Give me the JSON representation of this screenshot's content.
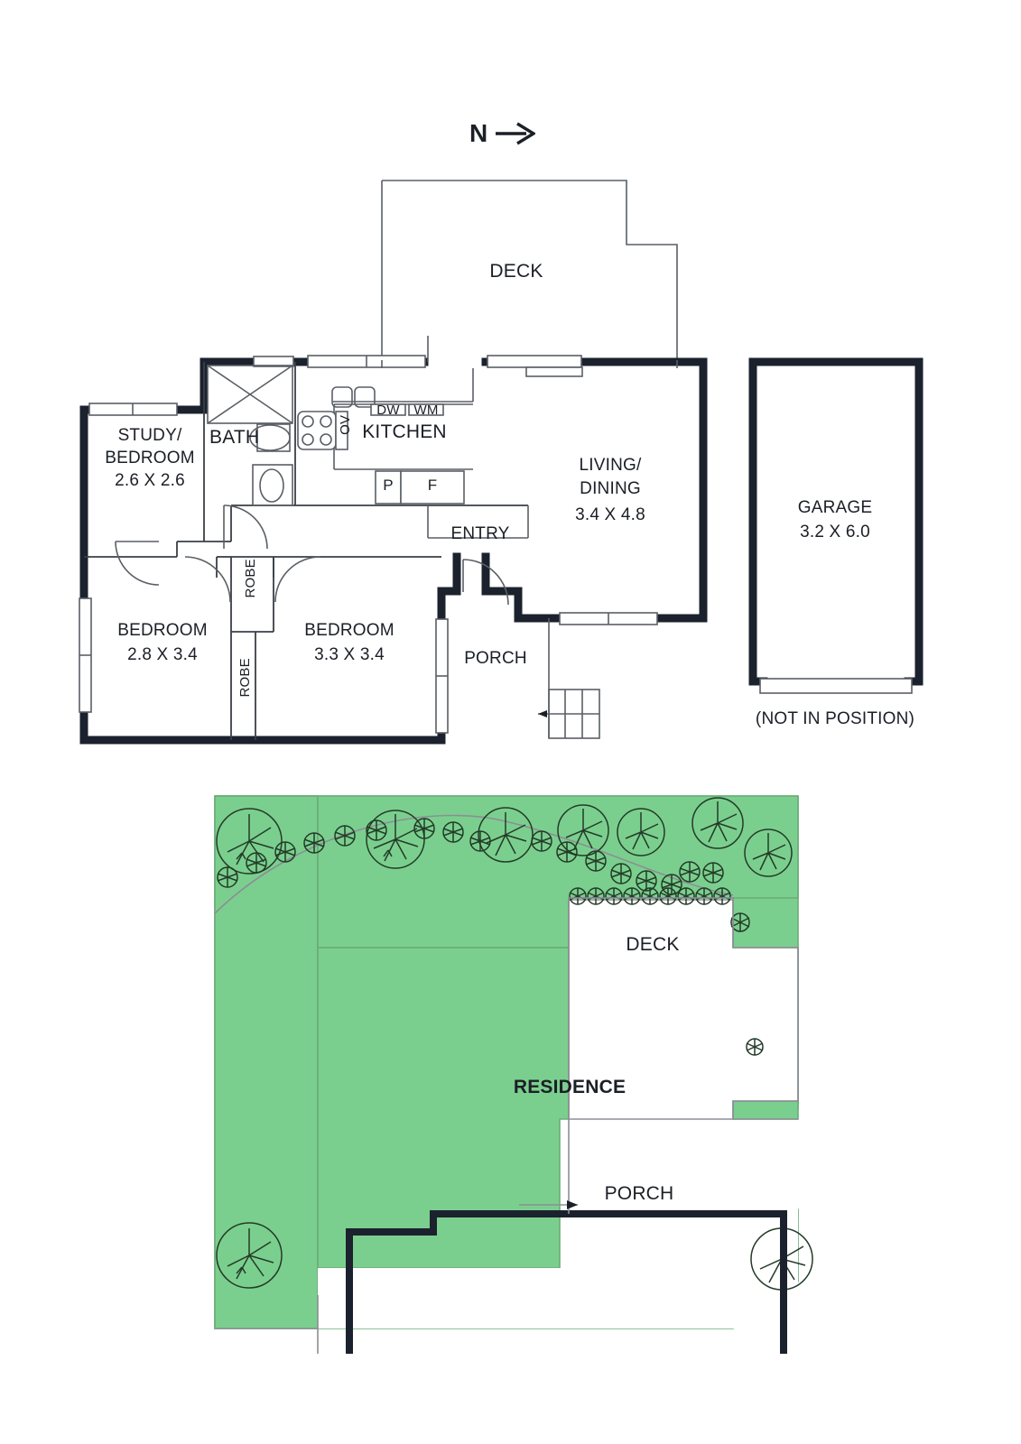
{
  "meta": {
    "document_type": "real-estate-floorplan",
    "colors": {
      "wall": "#1b222e",
      "thin_line": "#5a5f66",
      "garden_green": "#7BCF8E",
      "garden_outline": "#6aab79",
      "text": "#1b1f26",
      "background": "#ffffff"
    }
  },
  "compass": {
    "label": "N",
    "icon": "north-arrow-icon",
    "arrow": "→"
  },
  "floorplan": {
    "rooms": [
      {
        "key": "deck",
        "name": "DECK",
        "dimensions": ""
      },
      {
        "key": "study",
        "name": "STUDY/\nBEDROOM",
        "line1": "STUDY/",
        "line2": "BEDROOM",
        "dimensions": "2.6 X 2.6"
      },
      {
        "key": "bath",
        "name": "BATH",
        "dimensions": ""
      },
      {
        "key": "kitchen",
        "name": "KITCHEN",
        "dimensions": ""
      },
      {
        "key": "living",
        "name": "LIVING/\nDINING",
        "line1": "LIVING/",
        "line2": "DINING",
        "dimensions": "3.4 X 4.8"
      },
      {
        "key": "bed2",
        "name": "BEDROOM",
        "dimensions": "2.8 X 3.4"
      },
      {
        "key": "bed1",
        "name": "BEDROOM",
        "dimensions": "3.3 X 3.4"
      },
      {
        "key": "entry",
        "name": "ENTRY",
        "dimensions": ""
      },
      {
        "key": "porch",
        "name": "PORCH",
        "dimensions": ""
      }
    ],
    "robes": [
      {
        "label": "ROBE"
      },
      {
        "label": "ROBE"
      }
    ],
    "appliances": [
      {
        "key": "dishwasher",
        "label": "DW",
        "name": "dishwasher-label"
      },
      {
        "key": "washing-machine",
        "label": "WM",
        "name": "washing-machine-label"
      },
      {
        "key": "oven",
        "label": "OV",
        "name": "oven-label"
      },
      {
        "key": "pantry",
        "label": "P",
        "name": "pantry-label"
      },
      {
        "key": "fridge",
        "label": "F",
        "name": "fridge-label"
      }
    ]
  },
  "garage": {
    "label": "GARAGE",
    "dimensions": "3.2 X 6.0",
    "note": "(NOT IN POSITION)"
  },
  "siteplan": {
    "residence_label": "RESIDENCE",
    "deck_label": "DECK",
    "porch_label": "PORCH"
  }
}
